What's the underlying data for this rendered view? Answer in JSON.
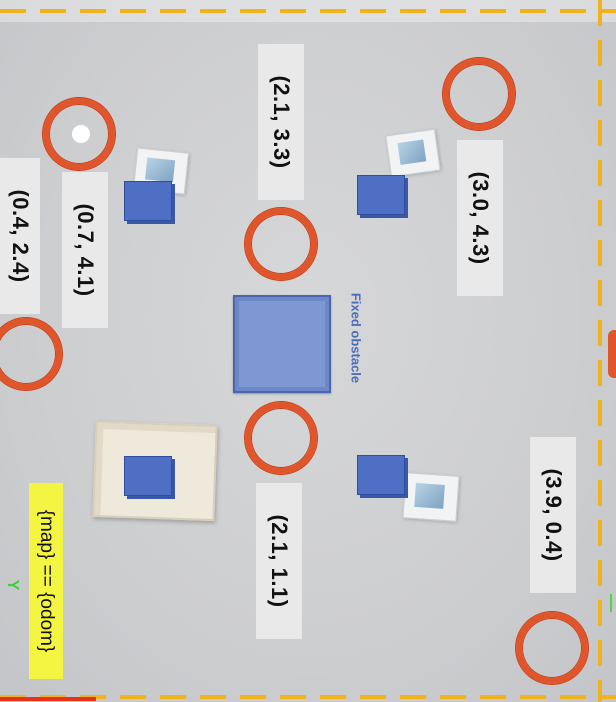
{
  "waypoints": [
    {
      "id": "a",
      "label": "(2.1, 3.3)"
    },
    {
      "id": "b",
      "label": "(3.0, 4.3)"
    },
    {
      "id": "c",
      "label": "(0.7, 4.1)"
    },
    {
      "id": "d",
      "label": "(0.4, 2.4)"
    },
    {
      "id": "e",
      "label": "(2.1, 1.1)"
    },
    {
      "id": "f",
      "label": "(3.9, 0.4)"
    }
  ],
  "obstacle_label": "Fixed obstacle",
  "frame_label": "{map} == {odom}",
  "axis_label_y": "Y",
  "colors": {
    "ring": "#e0552a",
    "cube": "#4f6fc4",
    "obstacle": "#7f97d2",
    "tag": "#f4f542",
    "border_dash": "#f2b21c"
  }
}
